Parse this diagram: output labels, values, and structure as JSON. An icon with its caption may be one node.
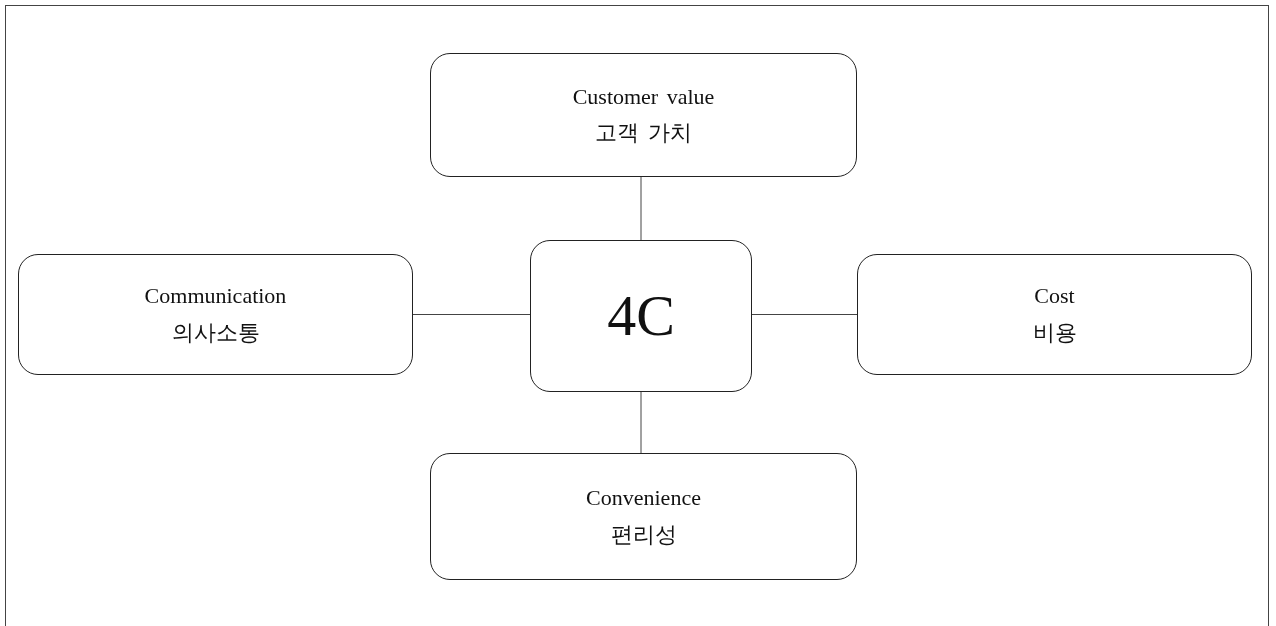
{
  "diagram": {
    "nodes": [
      {
        "text": [
          "Customer value",
          "고객 가치"
        ]
      },
      {
        "text": [
          "Communication",
          "의사소통"
        ]
      },
      {
        "text": [
          "4C"
        ]
      },
      {
        "text": [
          "Cost",
          "비용"
        ]
      },
      {
        "text": [
          "Convenience",
          "편리성"
        ]
      }
    ],
    "edges": [
      {
        "from": 2,
        "to": 0,
        "arrow": "none"
      },
      {
        "from": 2,
        "to": 1,
        "arrow": "none"
      },
      {
        "from": 2,
        "to": 3,
        "arrow": "none"
      },
      {
        "from": 2,
        "to": 4,
        "arrow": "none"
      }
    ]
  }
}
